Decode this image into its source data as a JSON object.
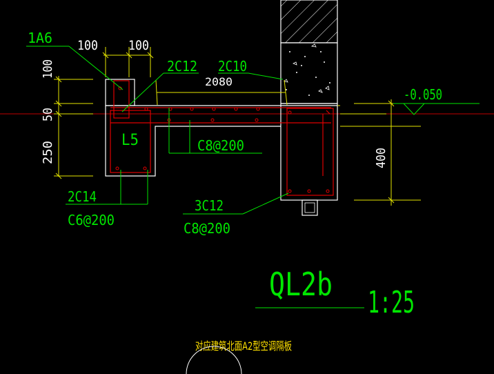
{
  "drawing": {
    "title": "QL2b",
    "scale": "1:25",
    "caption": "对应建筑北面A2型空调隔板",
    "elevation": "-0.050"
  },
  "dimensions": {
    "top_width_1": "100",
    "top_width_2": "100",
    "span": "2080",
    "h_top": "100",
    "h_mid": "50",
    "h_bottom": "250",
    "right_height": "400"
  },
  "labels": {
    "rebar_1a6": "1A6",
    "beam_mark": "L5",
    "rebar_2c12": "2C12",
    "rebar_2c10": "2C10",
    "stirrup_c8_slab": "C8@200",
    "rebar_2c14": "2C14",
    "stirrup_c6": "C6@200",
    "rebar_3c12": "3C12",
    "stirrup_c8_beam": "C8@200"
  },
  "colors": {
    "line_yellow": "#e6e600",
    "line_green": "#00e600",
    "rebar_red": "#e00000",
    "outline_white": "#ffffff",
    "axis_red": "#c00000"
  }
}
